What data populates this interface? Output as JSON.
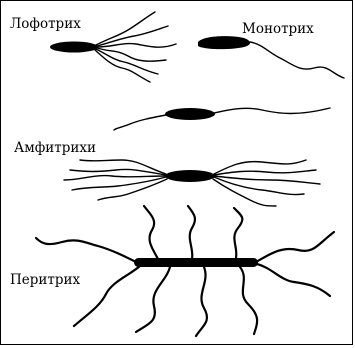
{
  "labels": {
    "lophotrichous": "Лофотрих",
    "monotrichous": "Монотрих",
    "amphitrichous": "Амфитрихи",
    "peritrichous": "Перитрих"
  },
  "colors": {
    "ink": "#000000",
    "background": "#ffffff"
  }
}
